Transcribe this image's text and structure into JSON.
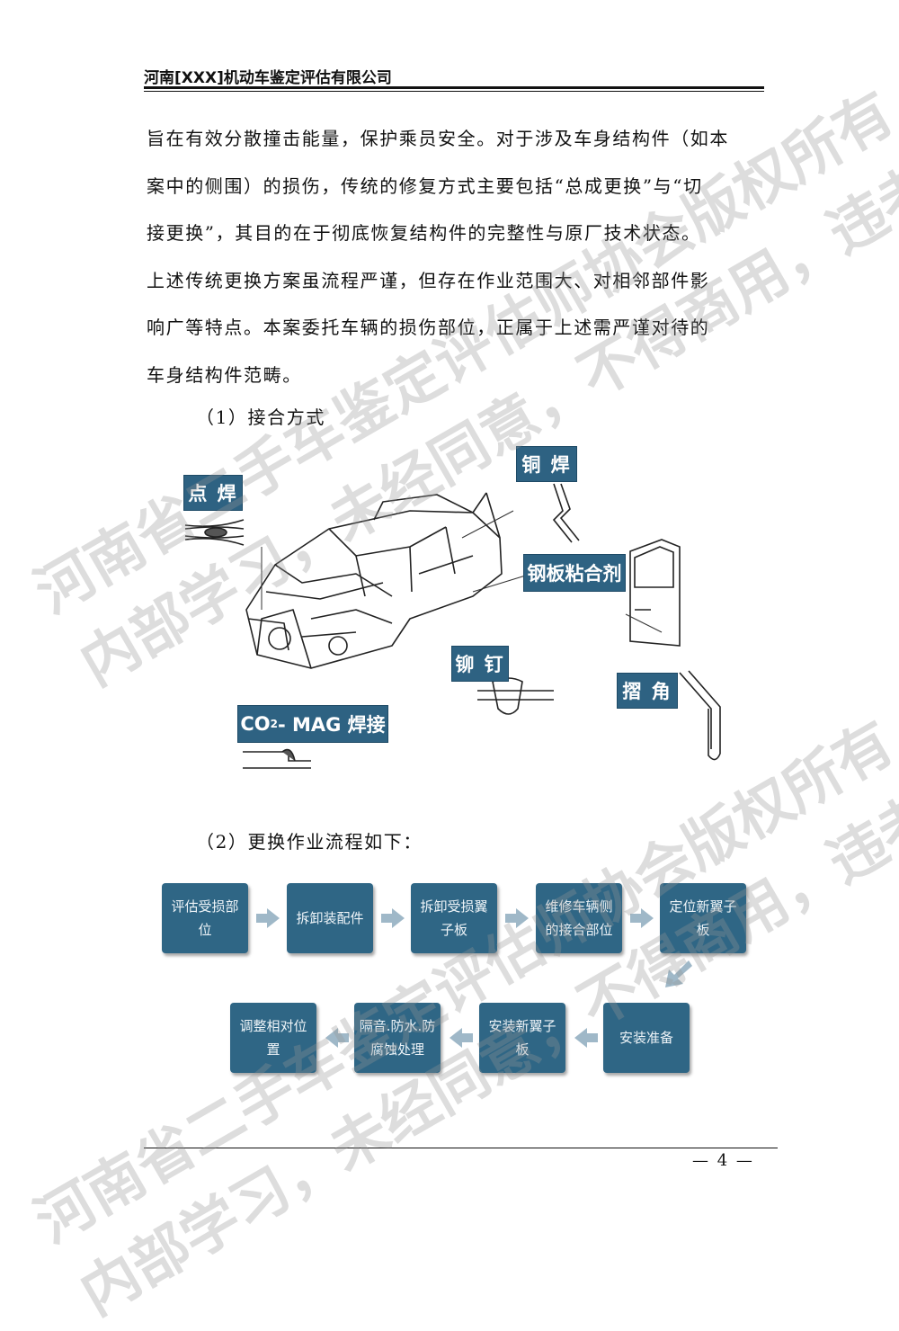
{
  "header": {
    "title": "河南[XXX]机动车鉴定评估有限公司"
  },
  "body": {
    "paragraph_lines": [
      "旨在有效分散撞击能量，保护乘员安全。对于涉及车身结构件（如本",
      "案中的侧围）的损伤，传统的修复方式主要包括“总成更换”与“切",
      "接更换”，其目的在于彻底恢复结构件的完整性与原厂技术状态。",
      "上述传统更换方案虽流程严谨，但存在作业范围大、对相邻部件影",
      "响广等特点。本案委托车辆的损伤部位，正属于上述需严谨对待的",
      "车身结构件范畴。"
    ],
    "section1_title": "（1）接合方式",
    "section2_title": "（2）更换作业流程如下："
  },
  "diagram": {
    "labels": {
      "spot_weld": "点 焊",
      "brazing": "铜 焊",
      "adhesive": "钢板粘合剂",
      "rivet": "铆 钉",
      "hemming": "摺 角",
      "co2_prefix": "CO",
      "co2_sub": "2",
      "co2_suffix": "- MAG 焊接"
    }
  },
  "flow": {
    "row1": [
      "评估受损部位",
      "拆卸装配件",
      "拆卸受损翼子板",
      "维修车辆侧的接合部位",
      "定位新翼子板"
    ],
    "row2": [
      "调整相对位置",
      "隔音.防水.防腐蚀处理",
      "安装新翼子板",
      "安装准备"
    ]
  },
  "footer": {
    "page_number": "— 4 —"
  },
  "watermark": {
    "line1": "河南省二手车鉴定评估师协会版权所有",
    "line2": "内部学习，未经同意，不得商用，违者必究"
  },
  "colors": {
    "label_bg": "#2e6282",
    "flow_box": "#2f6685",
    "arrow": "#9fb8c8"
  }
}
